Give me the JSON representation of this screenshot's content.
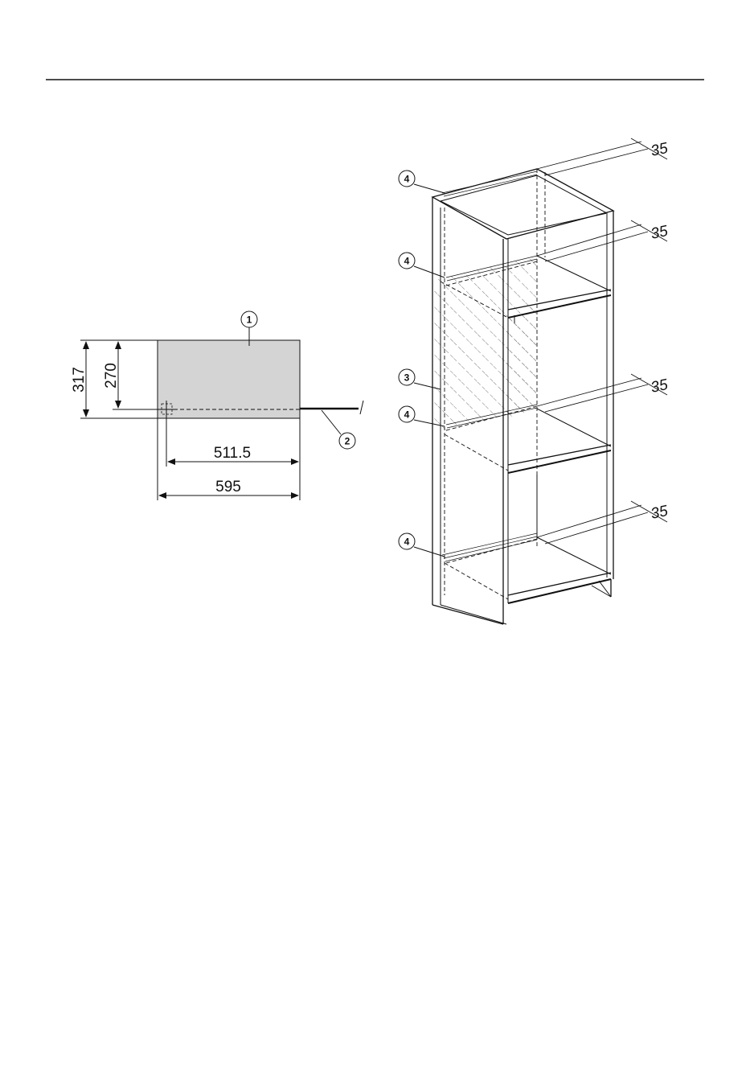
{
  "left_drawing": {
    "dimensions": {
      "height_total": "317",
      "height_connection": "270",
      "width_connection": "511.5",
      "width_total": "595"
    },
    "callouts": {
      "c1": "1",
      "c2": "2"
    }
  },
  "right_drawing": {
    "callouts": {
      "c3": "3",
      "c4a": "4",
      "c4b": "4",
      "c4c": "4",
      "c4d": "4"
    },
    "offsets": {
      "o1": "35",
      "o2": "35",
      "o3": "35",
      "o4": "35"
    }
  }
}
